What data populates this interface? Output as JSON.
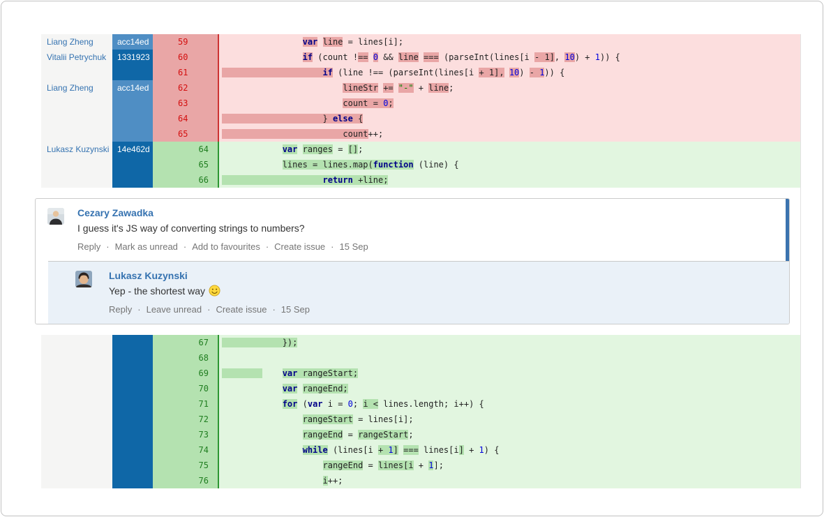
{
  "ui": {
    "separator": "·"
  },
  "colors": {
    "author_link": "#3573b1",
    "hash_bg_light": "#4f8ec4",
    "hash_bg_dark": "#0f67a7",
    "removed_line_bg": "#fcdede",
    "removed_highlight": "#e9a6a6",
    "removed_number": "#d30f0f",
    "removed_border": "#cc3333",
    "added_line_bg": "#e2f6e0",
    "added_highlight": "#b4e2b0",
    "added_number": "#1f7d1f",
    "added_border": "#2d9632",
    "keyword": "#000088",
    "number_literal": "#0000dd",
    "string_literal": "#008200",
    "comment_author": "#3572b0",
    "action_link": "#757575",
    "unread_indicator": "#3b73af",
    "reply_bg": "#eaf1f8"
  },
  "diff": {
    "blocks_top": [
      {
        "kind": "removed",
        "rows": [
          {
            "author": "Liang Zheng",
            "hash": "acc14ed",
            "shade": "light",
            "num": "59",
            "segs": [
              [
                "                ",
                0,
                "p"
              ],
              [
                "var",
                1,
                "k"
              ],
              [
                " ",
                0,
                "p"
              ],
              [
                "line",
                1,
                "p"
              ],
              [
                " = lines[i];",
                0,
                "p"
              ]
            ]
          },
          {
            "author": "Vitalii Petrychuk",
            "hash": "1331923",
            "shade": "dark",
            "num": "60",
            "segs": [
              [
                "                ",
                0,
                "p"
              ],
              [
                "if",
                1,
                "k"
              ],
              [
                " (count !",
                0,
                "p"
              ],
              [
                "==",
                1,
                "p"
              ],
              [
                " ",
                0,
                "p"
              ],
              [
                "0",
                1,
                "n"
              ],
              [
                " && ",
                0,
                "p"
              ],
              [
                "line",
                1,
                "p"
              ],
              [
                " ",
                0,
                "p"
              ],
              [
                "===",
                1,
                "p"
              ],
              [
                " (parseInt(lines[i ",
                0,
                "p"
              ],
              [
                "- 1]",
                1,
                "p"
              ],
              [
                ", ",
                0,
                "p"
              ],
              [
                "10",
                1,
                "n"
              ],
              [
                ") + ",
                0,
                "p"
              ],
              [
                "1",
                0,
                "n"
              ],
              [
                ")) {",
                0,
                "p"
              ]
            ]
          },
          {
            "author": "",
            "hash": "",
            "shade": "dark",
            "num": "61",
            "segs": [
              [
                "                    ",
                1,
                "p"
              ],
              [
                "if",
                1,
                "k"
              ],
              [
                " (line !== (parseInt(lines[i ",
                0,
                "p"
              ],
              [
                "+ 1],",
                1,
                "p"
              ],
              [
                " ",
                0,
                "p"
              ],
              [
                "10",
                1,
                "n"
              ],
              [
                ") ",
                0,
                "p"
              ],
              [
                "- ",
                1,
                "p"
              ],
              [
                "1",
                1,
                "n"
              ],
              [
                ")) {",
                0,
                "p"
              ]
            ]
          },
          {
            "author": "Liang Zheng",
            "hash": "acc14ed",
            "shade": "light",
            "num": "62",
            "segs": [
              [
                "                        ",
                0,
                "p"
              ],
              [
                "lineStr",
                1,
                "p"
              ],
              [
                " ",
                0,
                "p"
              ],
              [
                "+=",
                1,
                "p"
              ],
              [
                " ",
                0,
                "p"
              ],
              [
                "\"-\"",
                1,
                "s"
              ],
              [
                " + ",
                0,
                "p"
              ],
              [
                "line",
                1,
                "p"
              ],
              [
                ";",
                0,
                "p"
              ]
            ]
          },
          {
            "author": "",
            "hash": "",
            "shade": "light",
            "num": "63",
            "segs": [
              [
                "                        ",
                0,
                "p"
              ],
              [
                "count = ",
                1,
                "p"
              ],
              [
                "0",
                1,
                "n"
              ],
              [
                ";",
                1,
                "p"
              ]
            ]
          },
          {
            "author": "",
            "hash": "",
            "shade": "light",
            "num": "64",
            "segs": [
              [
                "                    ",
                1,
                "p"
              ],
              [
                "} ",
                1,
                "p"
              ],
              [
                "else",
                1,
                "k"
              ],
              [
                " {",
                1,
                "p"
              ]
            ]
          },
          {
            "author": "",
            "hash": "",
            "shade": "light",
            "num": "65",
            "segs": [
              [
                "                        ",
                1,
                "p"
              ],
              [
                "count",
                1,
                "p"
              ],
              [
                "++;",
                0,
                "p"
              ]
            ]
          }
        ]
      },
      {
        "kind": "added",
        "rows": [
          {
            "author": "Lukasz Kuzynski",
            "hash": "14e462d",
            "shade": "dark",
            "num": "64",
            "segs": [
              [
                "            ",
                0,
                "p"
              ],
              [
                "var",
                1,
                "k"
              ],
              [
                " ",
                0,
                "p"
              ],
              [
                "ranges",
                1,
                "p"
              ],
              [
                " = ",
                0,
                "p"
              ],
              [
                "[]",
                1,
                "p"
              ],
              [
                ";",
                0,
                "p"
              ]
            ]
          },
          {
            "author": "",
            "hash": "",
            "shade": "dark",
            "num": "65",
            "segs": [
              [
                "            ",
                0,
                "p"
              ],
              [
                "lines = lines.map(",
                1,
                "p"
              ],
              [
                "function",
                1,
                "k"
              ],
              [
                " (line) {",
                0,
                "p"
              ]
            ]
          },
          {
            "author": "",
            "hash": "",
            "shade": "dark",
            "num": "66",
            "segs": [
              [
                "                    ",
                1,
                "p"
              ],
              [
                "return",
                1,
                "k"
              ],
              [
                " +line;",
                1,
                "p"
              ]
            ]
          }
        ]
      }
    ],
    "blocks_bottom": [
      {
        "kind": "added",
        "rows": [
          {
            "author": "",
            "hash": "",
            "shade": "dark",
            "num": "67",
            "segs": [
              [
                "            ",
                1,
                "p"
              ],
              [
                "});",
                1,
                "p"
              ]
            ]
          },
          {
            "author": "",
            "hash": "",
            "shade": "dark",
            "num": "68",
            "segs": [
              [
                "",
                0,
                "p"
              ]
            ]
          },
          {
            "author": "",
            "hash": "",
            "shade": "dark",
            "num": "69",
            "segs": [
              [
                "        ",
                1,
                "p"
              ],
              [
                "    ",
                0,
                "p"
              ],
              [
                "var",
                1,
                "k"
              ],
              [
                " rangeStart;",
                1,
                "p"
              ]
            ]
          },
          {
            "author": "",
            "hash": "",
            "shade": "dark",
            "num": "70",
            "segs": [
              [
                "            ",
                0,
                "p"
              ],
              [
                "var",
                1,
                "k"
              ],
              [
                " ",
                0,
                "p"
              ],
              [
                "rangeEnd;",
                1,
                "p"
              ]
            ]
          },
          {
            "author": "",
            "hash": "",
            "shade": "dark",
            "num": "71",
            "segs": [
              [
                "            ",
                0,
                "p"
              ],
              [
                "for",
                1,
                "k"
              ],
              [
                " (",
                0,
                "p"
              ],
              [
                "var",
                0,
                "k"
              ],
              [
                " i = ",
                0,
                "p"
              ],
              [
                "0",
                0,
                "n"
              ],
              [
                "; ",
                0,
                "p"
              ],
              [
                "i <",
                1,
                "p"
              ],
              [
                " lines.length; i++) {",
                0,
                "p"
              ]
            ]
          },
          {
            "author": "",
            "hash": "",
            "shade": "dark",
            "num": "72",
            "segs": [
              [
                "                ",
                0,
                "p"
              ],
              [
                "rangeStart",
                1,
                "p"
              ],
              [
                " = lines[i];",
                0,
                "p"
              ]
            ]
          },
          {
            "author": "",
            "hash": "",
            "shade": "dark",
            "num": "73",
            "segs": [
              [
                "                ",
                0,
                "p"
              ],
              [
                "rangeEnd",
                1,
                "p"
              ],
              [
                " = ",
                0,
                "p"
              ],
              [
                "rangeStart",
                1,
                "p"
              ],
              [
                ";",
                0,
                "p"
              ]
            ]
          },
          {
            "author": "",
            "hash": "",
            "shade": "dark",
            "num": "74",
            "segs": [
              [
                "                ",
                0,
                "p"
              ],
              [
                "while",
                1,
                "k"
              ],
              [
                " (lines[i ",
                0,
                "p"
              ],
              [
                "+ ",
                1,
                "p"
              ],
              [
                "1",
                1,
                "n"
              ],
              [
                "]",
                1,
                "p"
              ],
              [
                " ",
                0,
                "p"
              ],
              [
                "===",
                1,
                "p"
              ],
              [
                " lines[i",
                0,
                "p"
              ],
              [
                "]",
                1,
                "p"
              ],
              [
                " + ",
                0,
                "p"
              ],
              [
                "1",
                0,
                "n"
              ],
              [
                ") {",
                0,
                "p"
              ]
            ]
          },
          {
            "author": "",
            "hash": "",
            "shade": "dark",
            "num": "75",
            "segs": [
              [
                "                    ",
                0,
                "p"
              ],
              [
                "rangeEnd",
                1,
                "p"
              ],
              [
                " = ",
                0,
                "p"
              ],
              [
                "lines[i",
                1,
                "p"
              ],
              [
                " + ",
                0,
                "p"
              ],
              [
                "1",
                1,
                "n"
              ],
              [
                "];",
                0,
                "p"
              ]
            ]
          },
          {
            "author": "",
            "hash": "",
            "shade": "dark",
            "num": "76",
            "segs": [
              [
                "                    ",
                0,
                "p"
              ],
              [
                "i",
                1,
                "p"
              ],
              [
                "++;",
                0,
                "p"
              ]
            ]
          }
        ]
      }
    ]
  },
  "comments": {
    "main": {
      "author": "Cezary Zawadka",
      "body": "I guess it's JS way of converting strings to numbers?",
      "actions": [
        "Reply",
        "Mark as unread",
        "Add to favourites",
        "Create issue"
      ],
      "date": "15 Sep"
    },
    "reply": {
      "author": "Lukasz Kuzynski",
      "body": "Yep - the shortest way",
      "emoji": "smile-emoticon",
      "actions": [
        "Reply",
        "Leave unread",
        "Create issue"
      ],
      "date": "15 Sep"
    }
  }
}
